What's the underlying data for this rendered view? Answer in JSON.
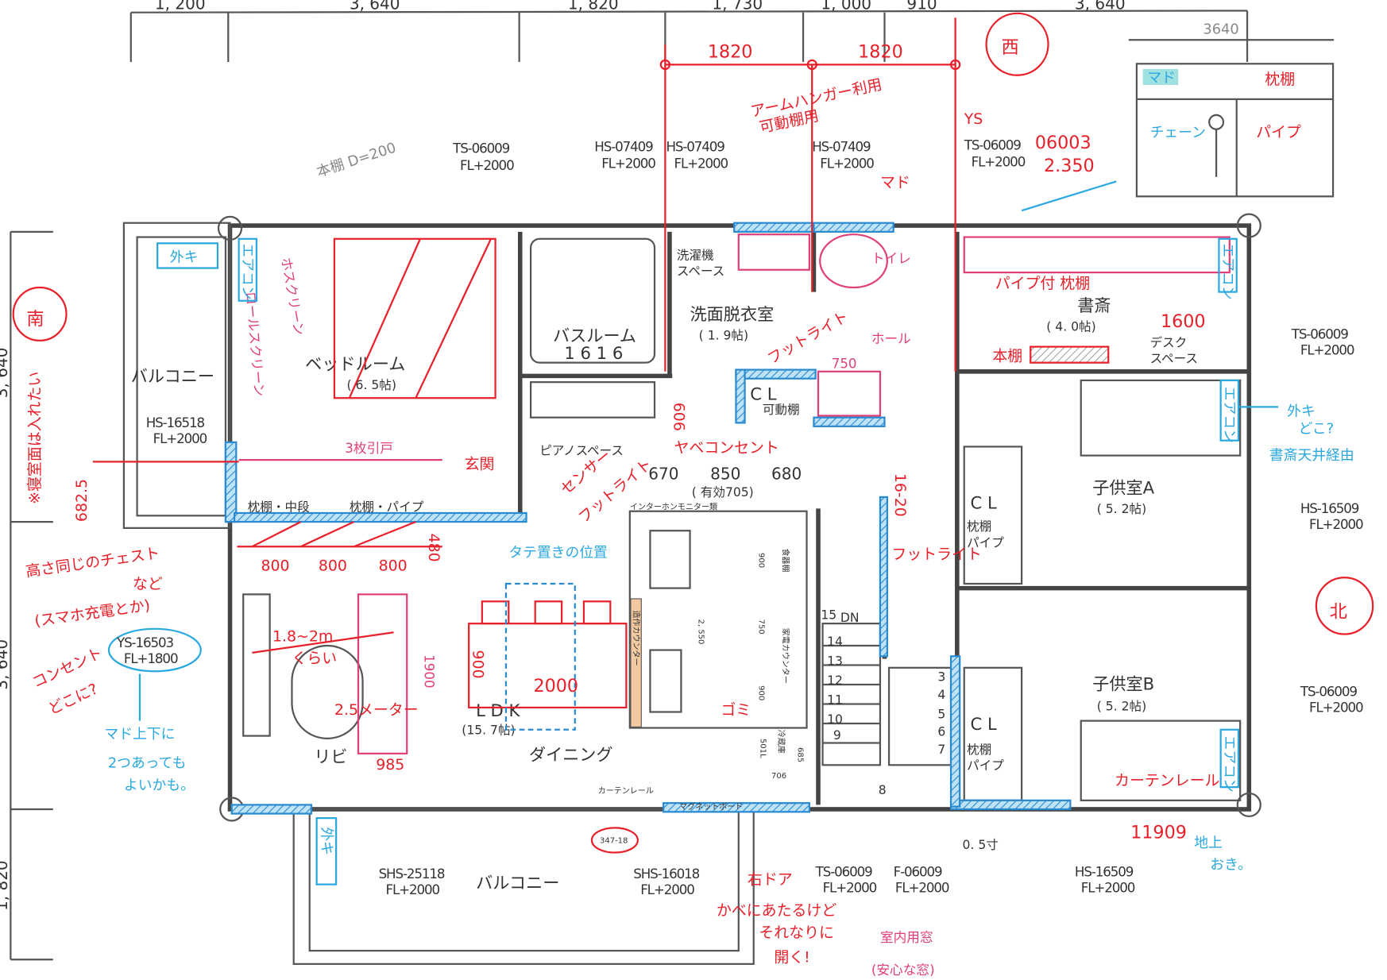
{
  "dimensions": {
    "top": [
      "1, 200",
      "3, 640",
      "1, 820",
      "1, 730",
      "1, 000",
      "910",
      "3, 640"
    ],
    "left": [
      "3, 640",
      "3, 640",
      "1, 820"
    ]
  },
  "windows": {
    "w1": {
      "code": "TS-06009",
      "fl": "FL+2000"
    },
    "w2": {
      "code": "HS-07409",
      "fl": "FL+2000"
    },
    "w3": {
      "code": "HS-07409",
      "fl": "FL+2000"
    },
    "w4": {
      "code": "HS-07409",
      "fl": "FL+2000"
    },
    "w5": {
      "code": "TS-06009",
      "fl": "FL+2000"
    },
    "w6": {
      "code": "TS-06009",
      "fl": "FL+2000"
    },
    "w7": {
      "code": "HS-16509",
      "fl": "FL+2000"
    },
    "w8": {
      "code": "TS-06009",
      "fl": "FL+2000"
    },
    "w9": {
      "code": "HS-16518",
      "fl": "FL+2000"
    },
    "w10": {
      "code": "YS-16503",
      "fl": "FL+1800"
    },
    "w11": {
      "code": "SHS-25118",
      "fl": "FL+2000"
    },
    "w12": {
      "code": "SHS-16018",
      "fl": "FL+2000"
    },
    "w13": {
      "code": "TS-06009",
      "fl": "FL+2000"
    },
    "w14": {
      "code": "F-06009",
      "fl": "FL+2000"
    },
    "w15": {
      "code": "HS-16509",
      "fl": "FL+2000"
    }
  },
  "rooms": {
    "balcony_west": "バルコニー",
    "bedroom": "ベッドルーム",
    "bedroom_size": "( 6. 5帖)",
    "bathroom": "バスルーム",
    "bathroom_size": "1616",
    "washroom": "洗面脱衣室",
    "washroom_size": "( 1. 9帖)",
    "laundry": "洗濯機",
    "laundry2": "スペース",
    "toilet": "トイレ",
    "hall": "ホール",
    "study": "書斎",
    "study_size": "( 4. 0帖)",
    "desk": "デスク",
    "desk2": "スペース",
    "cl_closet": "C L",
    "cl_closet_sub": "可動棚",
    "piano": "ピアノスペース",
    "kid_a": "子供室A",
    "kid_a_size": "( 5. 2帖)",
    "kid_b": "子供室B",
    "kid_b_size": "( 5. 2帖)",
    "cl": "C L",
    "cl_sub1": "枕棚",
    "cl_sub2": "パイプ",
    "ldk": "L D K",
    "ldk_size": "(15. 7帖)",
    "living": "リビ",
    "dining": "ダイニング",
    "balcony_south": "バルコニー",
    "roof": "0. 5寸",
    "closet1": "枕棚・中段",
    "closet2": "枕棚・パイプ"
  },
  "kitchen": {
    "widths": [
      "670",
      "850",
      "680"
    ],
    "effective": "( 有効705)",
    "monitor": "インターホンモニター類",
    "height": "2, 550",
    "cupboard": "食器棚",
    "appliance": "家電カウンター",
    "fridge": "冷蔵庫",
    "fridge_cap": "501L",
    "d900a": "900",
    "d750": "750",
    "d900b": "900",
    "d685": "685",
    "d706": "706",
    "counter": "造作カウンター",
    "outlet": "コンセント",
    "curtain": "カーテンレール",
    "magnet": "マグネットボード",
    "code": "347-18"
  },
  "stairs": {
    "dn": "DN",
    "steps": [
      "15",
      "14",
      "13",
      "12",
      "11",
      "10",
      "9",
      "3",
      "4",
      "5",
      "6",
      "7",
      "8"
    ]
  },
  "annotations_red": {
    "west": "西",
    "south": "南",
    "north": "北",
    "span1": "1820",
    "span2": "1820",
    "arm_hanger": "アームハンガー利用",
    "movable": "可動棚用",
    "window": "マド",
    "ys": "YS",
    "code_06003": "06003",
    "h2350": "2.350",
    "sketch_shelf": "枕棚",
    "sketch_pipe": "パイプ",
    "pipe_shelf": "パイプ付 枕棚",
    "d1600": "1600",
    "bookshelf": "本棚",
    "d750": "750",
    "d606": "606",
    "d1620": "16-20",
    "d800a": "800",
    "d800b": "800",
    "d800c": "800",
    "d480": "480",
    "d900": "900",
    "chest": "高さ同じのチェスト",
    "chest2": "など",
    "phone": "(スマホ充電とか)",
    "outlet_q": "コンセント",
    "outlet_q2": "どこに?",
    "tv_dist": "1.8~2m",
    "tv_dist2": "くらい",
    "sofa": "2.5メーター",
    "d985": "985",
    "d1900": "1900",
    "table_w": "2000",
    "table_d": "900",
    "trash": "ゴミ",
    "d11909": "11909",
    "right_door": "右ドア",
    "right_door2": "かべにあたるけど",
    "right_door3": "それなりに",
    "right_door4": "開く!",
    "indoor_window": "室内用窓",
    "indoor_window2": "(安心な窓)",
    "bedroom_note": "※寝室面は入れたい",
    "d6825": "682.5",
    "sensor": "センサー",
    "footlight": "フットライト",
    "footlight2": "フットライト",
    "footlight3": "フットライト",
    "outlet_y": "ヤベコンセント",
    "shoes": "玄関",
    "curtain_rail": "カーテンレール",
    "sliding": "3枚引戸",
    "hosclean": "ホスクリーン",
    "roll": "ロールスクリーン",
    "sketch_w": "3640"
  },
  "annotations_gray": {
    "bookshelf": "本棚 D=200"
  },
  "annotations_blue": {
    "outdoor_unit": "外キ",
    "aircon1": "エアコン",
    "aircon2": "エアコン",
    "aircon3": "エアコン",
    "aircon4": "エアコン",
    "where": "外キ",
    "where2": "どこ?",
    "via": "書斎天井経由",
    "window_note": "マド上下に",
    "window_note2": "2つあっても",
    "window_note3": "よいかも。",
    "ground": "地上",
    "ground2": "おき。",
    "tv_pos": "タテ置きの位置",
    "outdoor2": "外キ",
    "chain": "チェーン",
    "sketch_window": "マド"
  },
  "colors": {
    "red": "#e8202a",
    "blue": "#2aa8e0",
    "pink": "#e0407a",
    "wall": "#444444"
  }
}
